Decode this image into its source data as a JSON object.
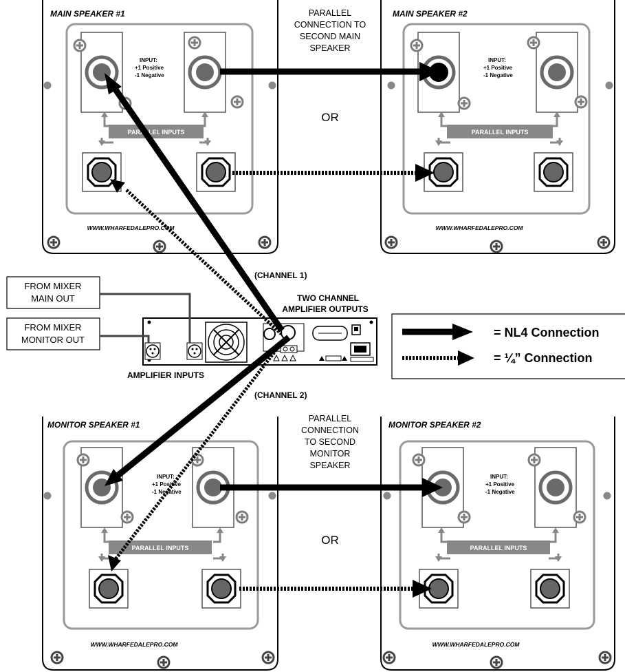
{
  "speakers": [
    {
      "title": "MAIN SPEAKER #1",
      "input_label": "INPUT:",
      "input_pos": "+1 Positive",
      "input_neg": "-1 Negative",
      "parallel_label": "PARALLEL INPUTS",
      "url": "WWW.WHARFEDALEPRO.COM"
    },
    {
      "title": "MAIN SPEAKER #2",
      "input_label": "INPUT:",
      "input_pos": "+1 Positive",
      "input_neg": "-1 Negative",
      "parallel_label": "PARALLEL INPUTS",
      "url": "WWW.WHARFEDALEPRO.COM"
    },
    {
      "title": "MONITOR SPEAKER #1",
      "input_label": "INPUT:",
      "input_pos": "+1 Positive",
      "input_neg": "-1 Negative",
      "parallel_label": "PARALLEL INPUTS",
      "url": "WWW.WHARFEDALEPRO.COM"
    },
    {
      "title": "MONITOR SPEAKER #2",
      "input_label": "INPUT:",
      "input_pos": "+1 Positive",
      "input_neg": "-1 Negative",
      "parallel_label": "PARALLEL INPUTS",
      "url": "WWW.WHARFEDALEPRO.COM"
    }
  ],
  "notes": {
    "top_parallel": [
      "PARALLEL",
      "CONNECTION TO",
      "SECOND MAIN",
      "SPEAKER"
    ],
    "bottom_parallel": [
      "PARALLEL",
      "CONNECTION",
      "TO SECOND",
      "MONITOR",
      "SPEAKER"
    ],
    "or_top": "OR",
    "or_bottom": "OR"
  },
  "amplifier": {
    "channel1": "(CHANNEL 1)",
    "channel2": "(CHANNEL 2)",
    "outputs_line1": "TWO CHANNEL",
    "outputs_line2": "AMPLIFIER OUTPUTS",
    "inputs_label": "AMPLIFIER INPUTS"
  },
  "mixer": {
    "main_out": [
      "FROM MIXER",
      "MAIN OUT"
    ],
    "monitor_out": [
      "FROM MIXER",
      "MONITOR OUT"
    ]
  },
  "legend": {
    "nl4": "= NL4 Connection",
    "quarter": "= ¼” Connection"
  }
}
